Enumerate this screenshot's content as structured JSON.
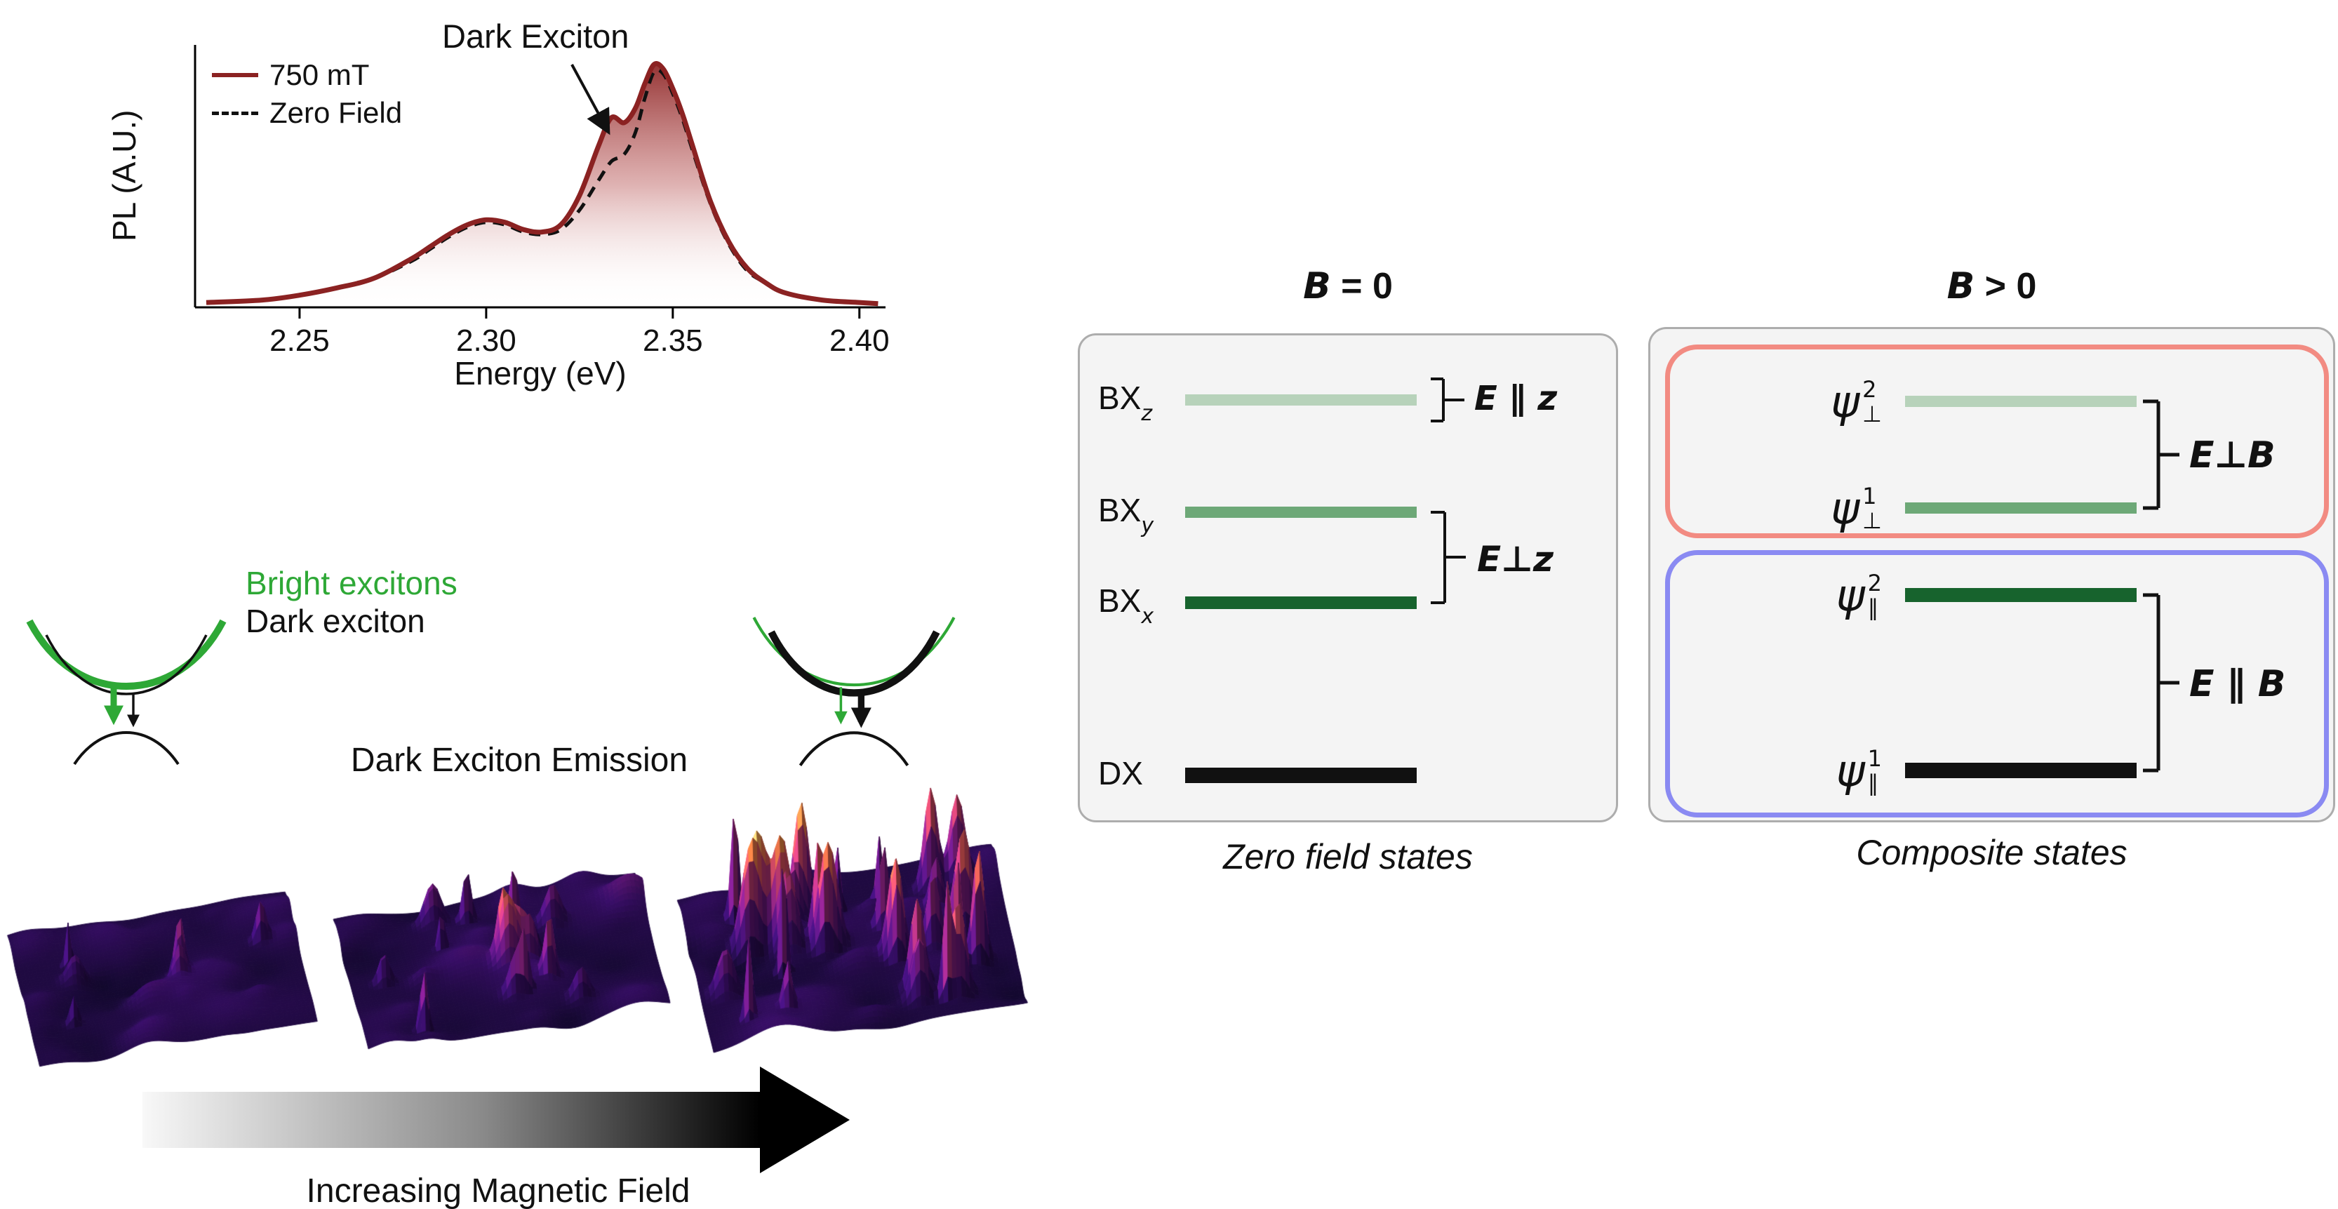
{
  "palette": {
    "spectrum_line": "#8b2222",
    "zero_field_line": "#111111",
    "bright_green": "#2ea836",
    "red_group_border": "#f28b82",
    "blue_group_border": "#8a8af2"
  },
  "schematic": {
    "bright_label": "Bright excitons",
    "dark_label": "Dark exciton",
    "emission_label": "Dark Exciton Emission",
    "field_arrow_label": "Increasing Magnetic Field"
  },
  "panels": {
    "zero_field": {
      "header": {
        "var": "B",
        "rest": " = 0"
      },
      "caption": "Zero field states",
      "levels": [
        {
          "base": "BX",
          "sub": "z",
          "color": "#b7d2ba"
        },
        {
          "base": "BX",
          "sub": "y",
          "color": "#6da877"
        },
        {
          "base": "BX",
          "sub": "x",
          "color": "#17632d"
        },
        {
          "base": "DX",
          "sub": "",
          "color": "#111111"
        }
      ],
      "bracket_labels": {
        "top": "E ∥ z",
        "mid": "E⊥z"
      }
    },
    "field_on": {
      "header": {
        "var": "B",
        "rest": " > 0"
      },
      "caption": "Composite states",
      "groups": [
        {
          "border": "#f28b82",
          "bracket": "E⊥B",
          "levels": [
            {
              "base": "ψ",
              "sup": "2",
              "sub": "⊥",
              "color": "#b7d2ba"
            },
            {
              "base": "ψ",
              "sup": "1",
              "sub": "⊥",
              "color": "#6da877"
            }
          ]
        },
        {
          "border": "#8a8af2",
          "bracket": "E ∥ B",
          "levels": [
            {
              "base": "ψ",
              "sup": "2",
              "sub": "∥",
              "color": "#17632d"
            },
            {
              "base": "ψ",
              "sup": "1",
              "sub": "∥",
              "color": "#111111"
            }
          ]
        }
      ]
    }
  },
  "chart_data": {
    "type": "line",
    "title": "",
    "xlabel": "Energy (eV)",
    "ylabel": "PL (A.U.)",
    "xlim": [
      2.222,
      2.407
    ],
    "ylim": [
      0,
      1.08
    ],
    "xticks": [
      2.25,
      2.3,
      2.35,
      2.4
    ],
    "grid": false,
    "legend_position": "upper left",
    "x": [
      2.225,
      2.24,
      2.25,
      2.26,
      2.27,
      2.28,
      2.285,
      2.29,
      2.295,
      2.3,
      2.305,
      2.31,
      2.315,
      2.32,
      2.325,
      2.33,
      2.3335,
      2.337,
      2.34,
      2.3425,
      2.345,
      2.3475,
      2.35,
      2.3525,
      2.355,
      2.36,
      2.365,
      2.37,
      2.375,
      2.38,
      2.39,
      2.4,
      2.405
    ],
    "series": [
      {
        "name": "750 mT",
        "style": "solid",
        "color": "#8b2222",
        "values": [
          0.02,
          0.03,
          0.05,
          0.08,
          0.12,
          0.2,
          0.25,
          0.3,
          0.34,
          0.36,
          0.35,
          0.32,
          0.31,
          0.34,
          0.46,
          0.66,
          0.78,
          0.76,
          0.82,
          0.92,
          1.0,
          0.98,
          0.9,
          0.8,
          0.68,
          0.44,
          0.27,
          0.16,
          0.1,
          0.06,
          0.03,
          0.02,
          0.015
        ]
      },
      {
        "name": "Zero Field",
        "style": "dashed",
        "color": "#111111",
        "values": [
          0.02,
          0.03,
          0.05,
          0.08,
          0.12,
          0.19,
          0.24,
          0.29,
          0.33,
          0.35,
          0.34,
          0.31,
          0.3,
          0.32,
          0.4,
          0.52,
          0.6,
          0.63,
          0.72,
          0.86,
          0.97,
          0.96,
          0.88,
          0.78,
          0.66,
          0.43,
          0.26,
          0.15,
          0.1,
          0.06,
          0.03,
          0.02,
          0.015
        ]
      }
    ],
    "annotations": [
      {
        "text": "Dark Exciton",
        "x": 2.334,
        "y": 0.8
      }
    ]
  }
}
